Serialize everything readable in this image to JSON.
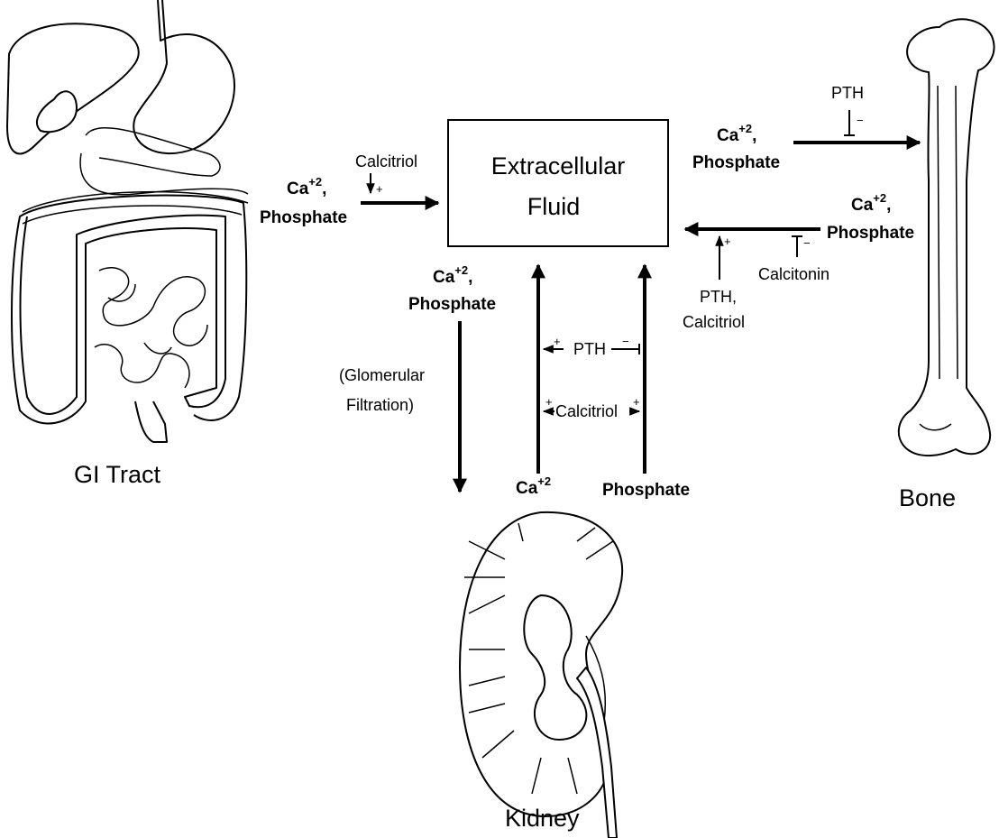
{
  "organs": {
    "gi": "GI Tract",
    "bone": "Bone",
    "kidney": "Kidney"
  },
  "ecf": {
    "line1": "Extracellular",
    "line2": "Fluid"
  },
  "labels": {
    "ca": "Ca",
    "ca_sup": "+2",
    "ca_comma": ",",
    "phosphate": "Phosphate",
    "calcitriol": "Calcitriol",
    "pth": "PTH",
    "pth_comma": "PTH,",
    "calcitonin": "Calcitonin",
    "glom1": "(Glomerular",
    "glom2": "Filtration)",
    "plus": "+",
    "minus": "−"
  },
  "colors": {
    "ink": "#000000",
    "background": "#ffffff"
  }
}
